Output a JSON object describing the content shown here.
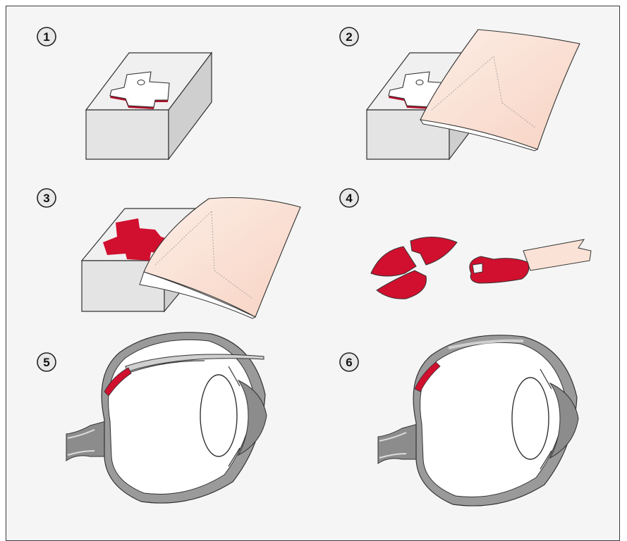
{
  "steps": [
    {
      "number": "1",
      "icon": "cutting-block-with-flower-graft-icon"
    },
    {
      "number": "2",
      "icon": "foil-cover-applied-icon"
    },
    {
      "number": "3",
      "icon": "graft-sealed-under-foil-icon"
    },
    {
      "number": "4",
      "icon": "graft-pieces-and-applicator-icon"
    },
    {
      "number": "5",
      "icon": "eye-with-graft-inserting-icon"
    },
    {
      "number": "6",
      "icon": "eye-with-graft-placed-icon"
    }
  ],
  "colors": {
    "background": "#f5f5f5",
    "frame": "#3a3a3a",
    "graft_red": "#d0102e",
    "block_fill": "#e6e6e6",
    "foil_fill": "#fbe2d6",
    "eye_gray": "#8c8c8c"
  }
}
